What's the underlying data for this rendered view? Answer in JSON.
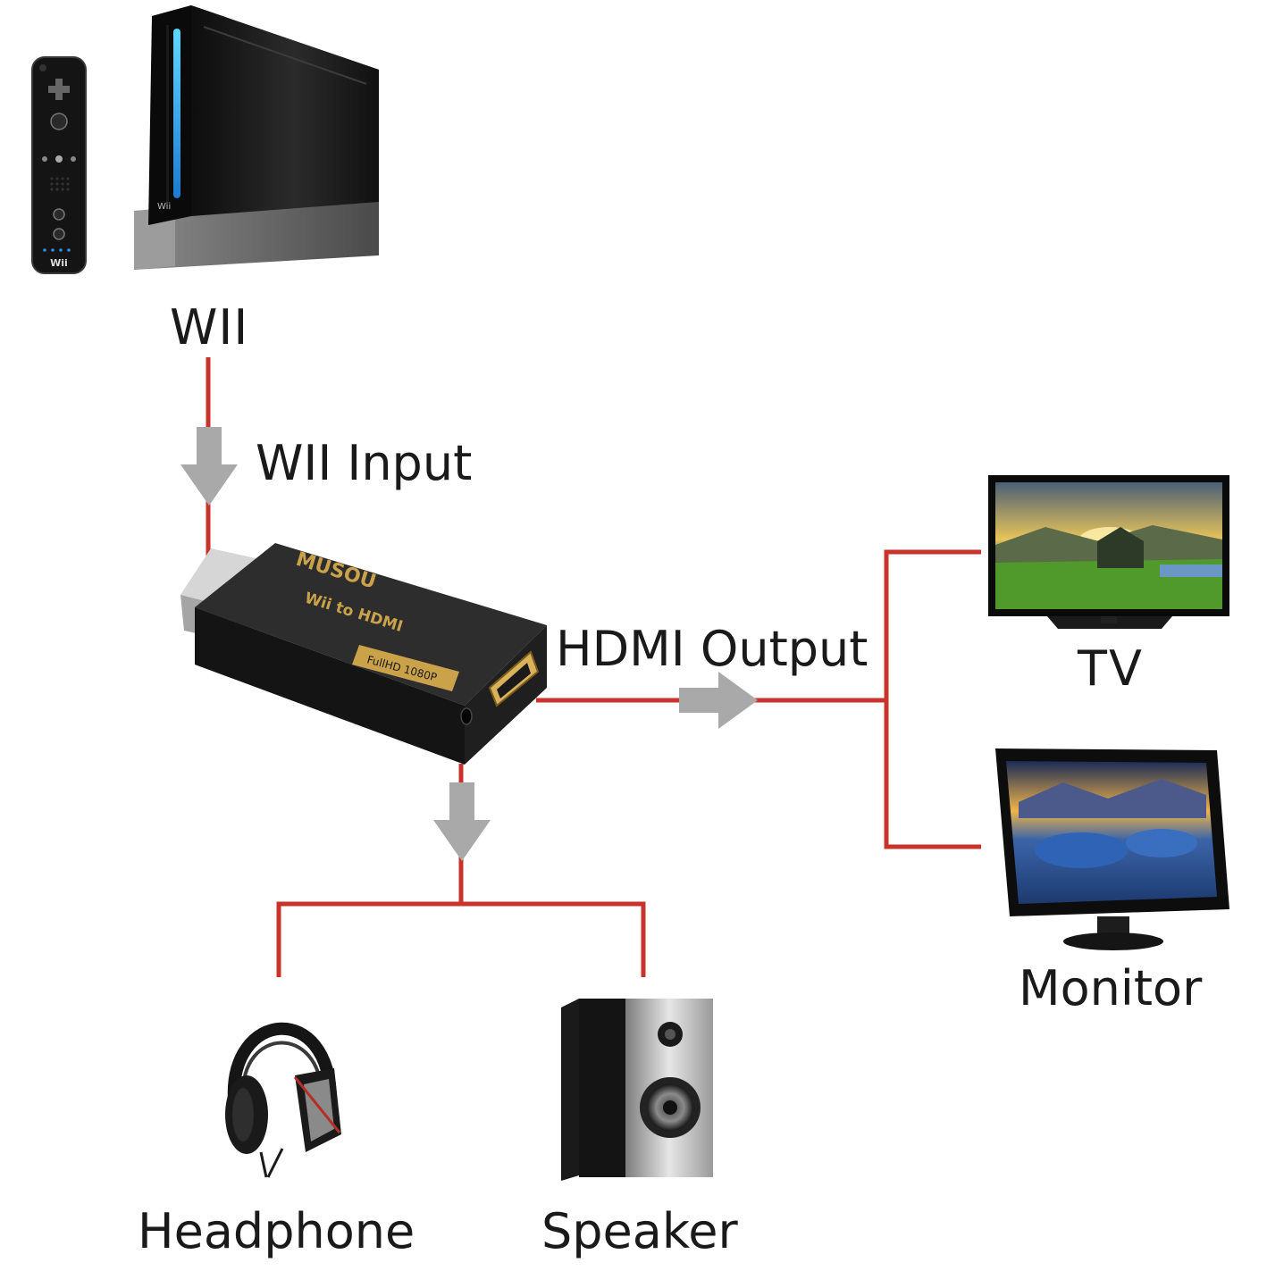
{
  "labels": {
    "wii": "WII",
    "wii_input": "WII Input",
    "hdmi_output": "HDMI Output",
    "tv": "TV",
    "monitor": "Monitor",
    "headphone": "Headphone",
    "speaker": "Speaker"
  },
  "device_print": {
    "brand": "MUSOU",
    "model": "Wii to HDMI",
    "badge": "FullHD 1080P",
    "console_logo": "Wii",
    "remote_logo": "Wii"
  },
  "colors": {
    "line": "#c8332c",
    "arrow": "#a9a9a9",
    "device_body": "#1e1e1e",
    "gold": "#c9a24a"
  },
  "icons": [
    "wii-remote-icon",
    "wii-console-icon",
    "adapter-icon",
    "tv-icon",
    "monitor-icon",
    "headphone-icon",
    "speaker-icon",
    "arrow-icon"
  ]
}
